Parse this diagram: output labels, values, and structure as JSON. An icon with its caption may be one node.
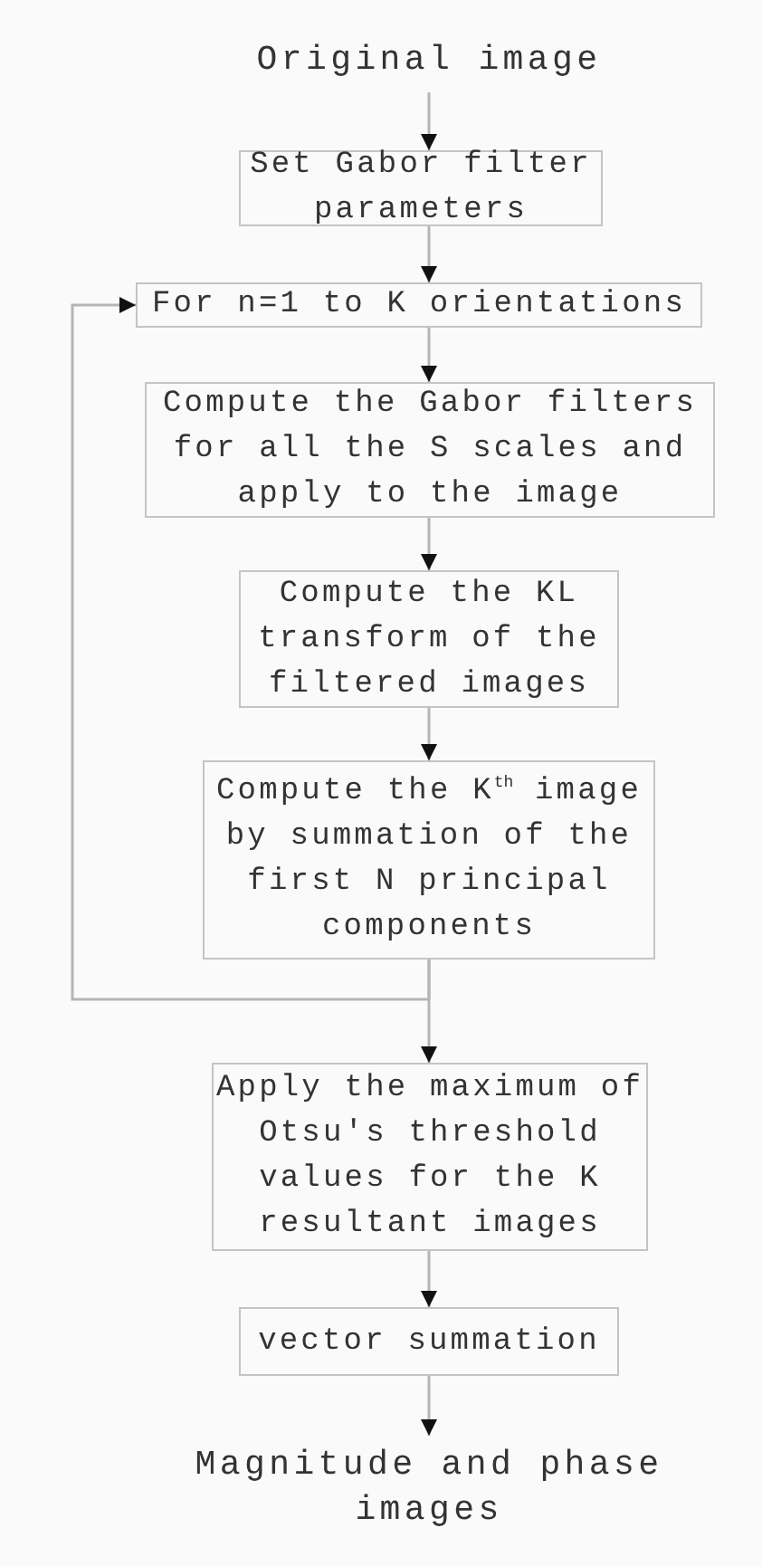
{
  "diagram": {
    "nodes": [
      {
        "text": [
          "Original image"
        ]
      },
      {
        "text": [
          "Set Gabor filter parameters"
        ]
      },
      {
        "text": [
          "For n=1 to K orientations"
        ]
      },
      {
        "text": [
          "Compute the Gabor filters for all the S scales and apply to the image"
        ]
      },
      {
        "text": [
          "Compute the KL transform of the filtered images"
        ]
      },
      {
        "text": [
          "Compute the K$^{th}$ image by summation of the first N principal components"
        ]
      },
      {
        "text": [
          "Apply the maximum of Otsu's threshold values for the K resultant images"
        ]
      },
      {
        "text": [
          "vector summation"
        ]
      },
      {
        "text": [
          "Magnitude and phase images"
        ]
      }
    ],
    "edges": [
      {
        "from": 0,
        "to": 1,
        "arrow": "to"
      },
      {
        "from": 1,
        "to": 2,
        "arrow": "to"
      },
      {
        "from": 2,
        "to": 3,
        "arrow": "to"
      },
      {
        "from": 3,
        "to": 4,
        "arrow": "to"
      },
      {
        "from": 4,
        "to": 5,
        "arrow": "to"
      },
      {
        "from": 5,
        "to": 6,
        "arrow": "to"
      },
      {
        "from": 5,
        "to": 2,
        "arrow": "to"
      },
      {
        "from": 6,
        "to": 7,
        "arrow": "to"
      },
      {
        "from": 7,
        "to": 8,
        "arrow": "to"
      }
    ]
  }
}
